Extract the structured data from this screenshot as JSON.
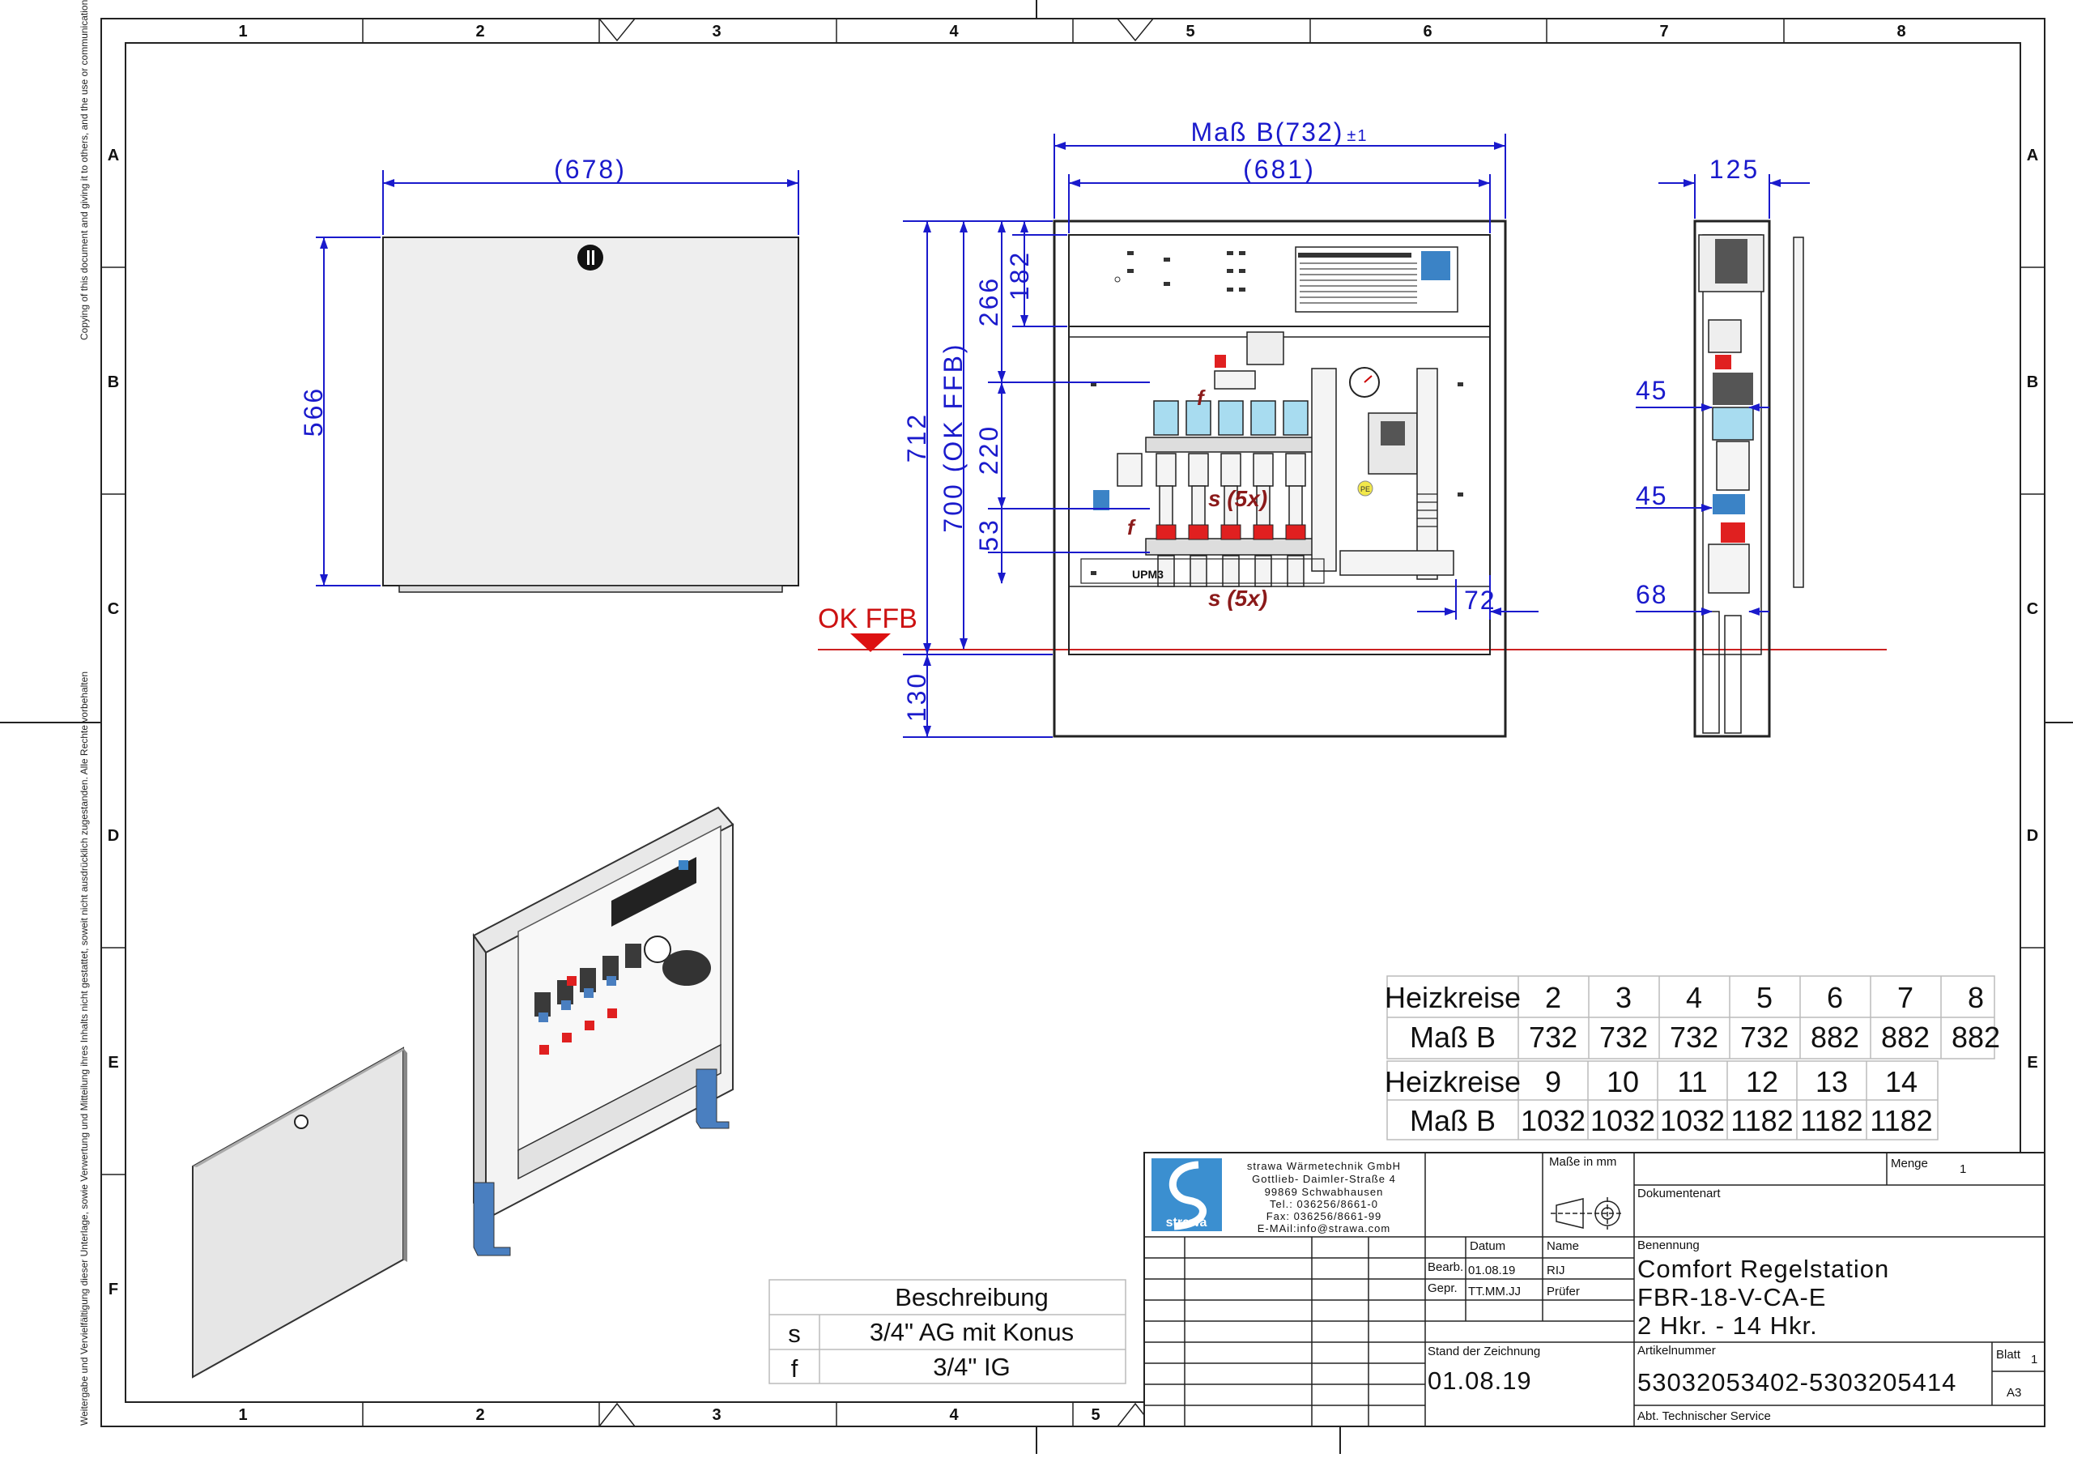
{
  "frame": {
    "columns": [
      "1",
      "2",
      "3",
      "4",
      "5",
      "6",
      "7",
      "8"
    ],
    "bottom_columns": [
      "1",
      "2",
      "3",
      "4",
      "5"
    ],
    "rows": [
      "A",
      "B",
      "C",
      "D",
      "E",
      "F"
    ],
    "copyright_en": "Copying of this document and giving it to others, and the use or communication of the contents thereof, are forbidden without express authority. All rights reserved.",
    "copyright_de": "Weitergabe und Vervielfältigung dieser Unterlage, sowie Verwertung und Mitteilung ihres Inhalts nicht gestattet, soweit nicht ausdrücklich zugestanden. Alle Rechte vorbehalten"
  },
  "door_view": {
    "width": "(678)",
    "height": "566"
  },
  "front_view": {
    "mass_b": "Maß B(732)",
    "tolerance": "±1",
    "inner_width": "(681)",
    "h712": "712",
    "h700": "700 (OK FFB)",
    "h266": "266",
    "h182": "182",
    "h220": "220",
    "h53": "53",
    "h130": "130",
    "w72": "72",
    "ok_ffb": "OK FFB",
    "s5x": "s (5x)",
    "f": "f",
    "upm": "UPM3",
    "pe": "PE"
  },
  "side_view": {
    "d125": "125",
    "d45a": "45",
    "d45b": "45",
    "d68": "68"
  },
  "size_table_1": {
    "head": "Heizkreise",
    "sub": "Maß B",
    "circuits": [
      "2",
      "3",
      "4",
      "5",
      "6",
      "7",
      "8"
    ],
    "widths": [
      "732",
      "732",
      "732",
      "732",
      "882",
      "882",
      "882"
    ],
    "highlight_color": "#1f6fb0"
  },
  "size_table_2": {
    "head": "Heizkreise",
    "sub": "Maß B",
    "circuits": [
      "9",
      "10",
      "11",
      "12",
      "13",
      "14"
    ],
    "widths": [
      "1032",
      "1032",
      "1032",
      "1182",
      "1182",
      "1182"
    ]
  },
  "legend": {
    "title": "Beschreibung",
    "rows": [
      {
        "key": "s",
        "desc": "3/4\" AG mit Konus"
      },
      {
        "key": "f",
        "desc": "3/4\" IG"
      }
    ]
  },
  "title_block": {
    "company": [
      "strawa Wärmetechnik GmbH",
      "Gottlieb- Daimler-Straße 4",
      "99869 Schwabhausen",
      "Tel.: 036256/8661-0",
      "Fax: 036256/8661-99",
      "E-MAil:info@strawa.com"
    ],
    "logo_text": "strawa",
    "masse_label": "Maße in mm",
    "menge_label": "Menge",
    "menge_value": "1",
    "dokumentenart_label": "Dokumentenart",
    "datum_label": "Datum",
    "name_label": "Name",
    "bearb_label": "Bearb.",
    "bearb_date": "01.08.19",
    "bearb_name": "RIJ",
    "gepr_label": "Gepr.",
    "gepr_date": "TT.MM.JJ",
    "gepr_name": "Prüfer",
    "benennung_label": "Benennung",
    "title1": "Comfort Regelstation",
    "title2": "FBR-18-V-CA-E",
    "title3": "2 Hkr. - 14 Hkr.",
    "stand_label": "Stand der Zeichnung",
    "stand_value": "01.08.19",
    "artikel_label": "Artikelnummer",
    "artikel_value": "53032053402-5303205414",
    "blatt_label": "Blatt",
    "blatt_value": "1",
    "format": "A3",
    "abt": "Abt. Technischer Service"
  }
}
